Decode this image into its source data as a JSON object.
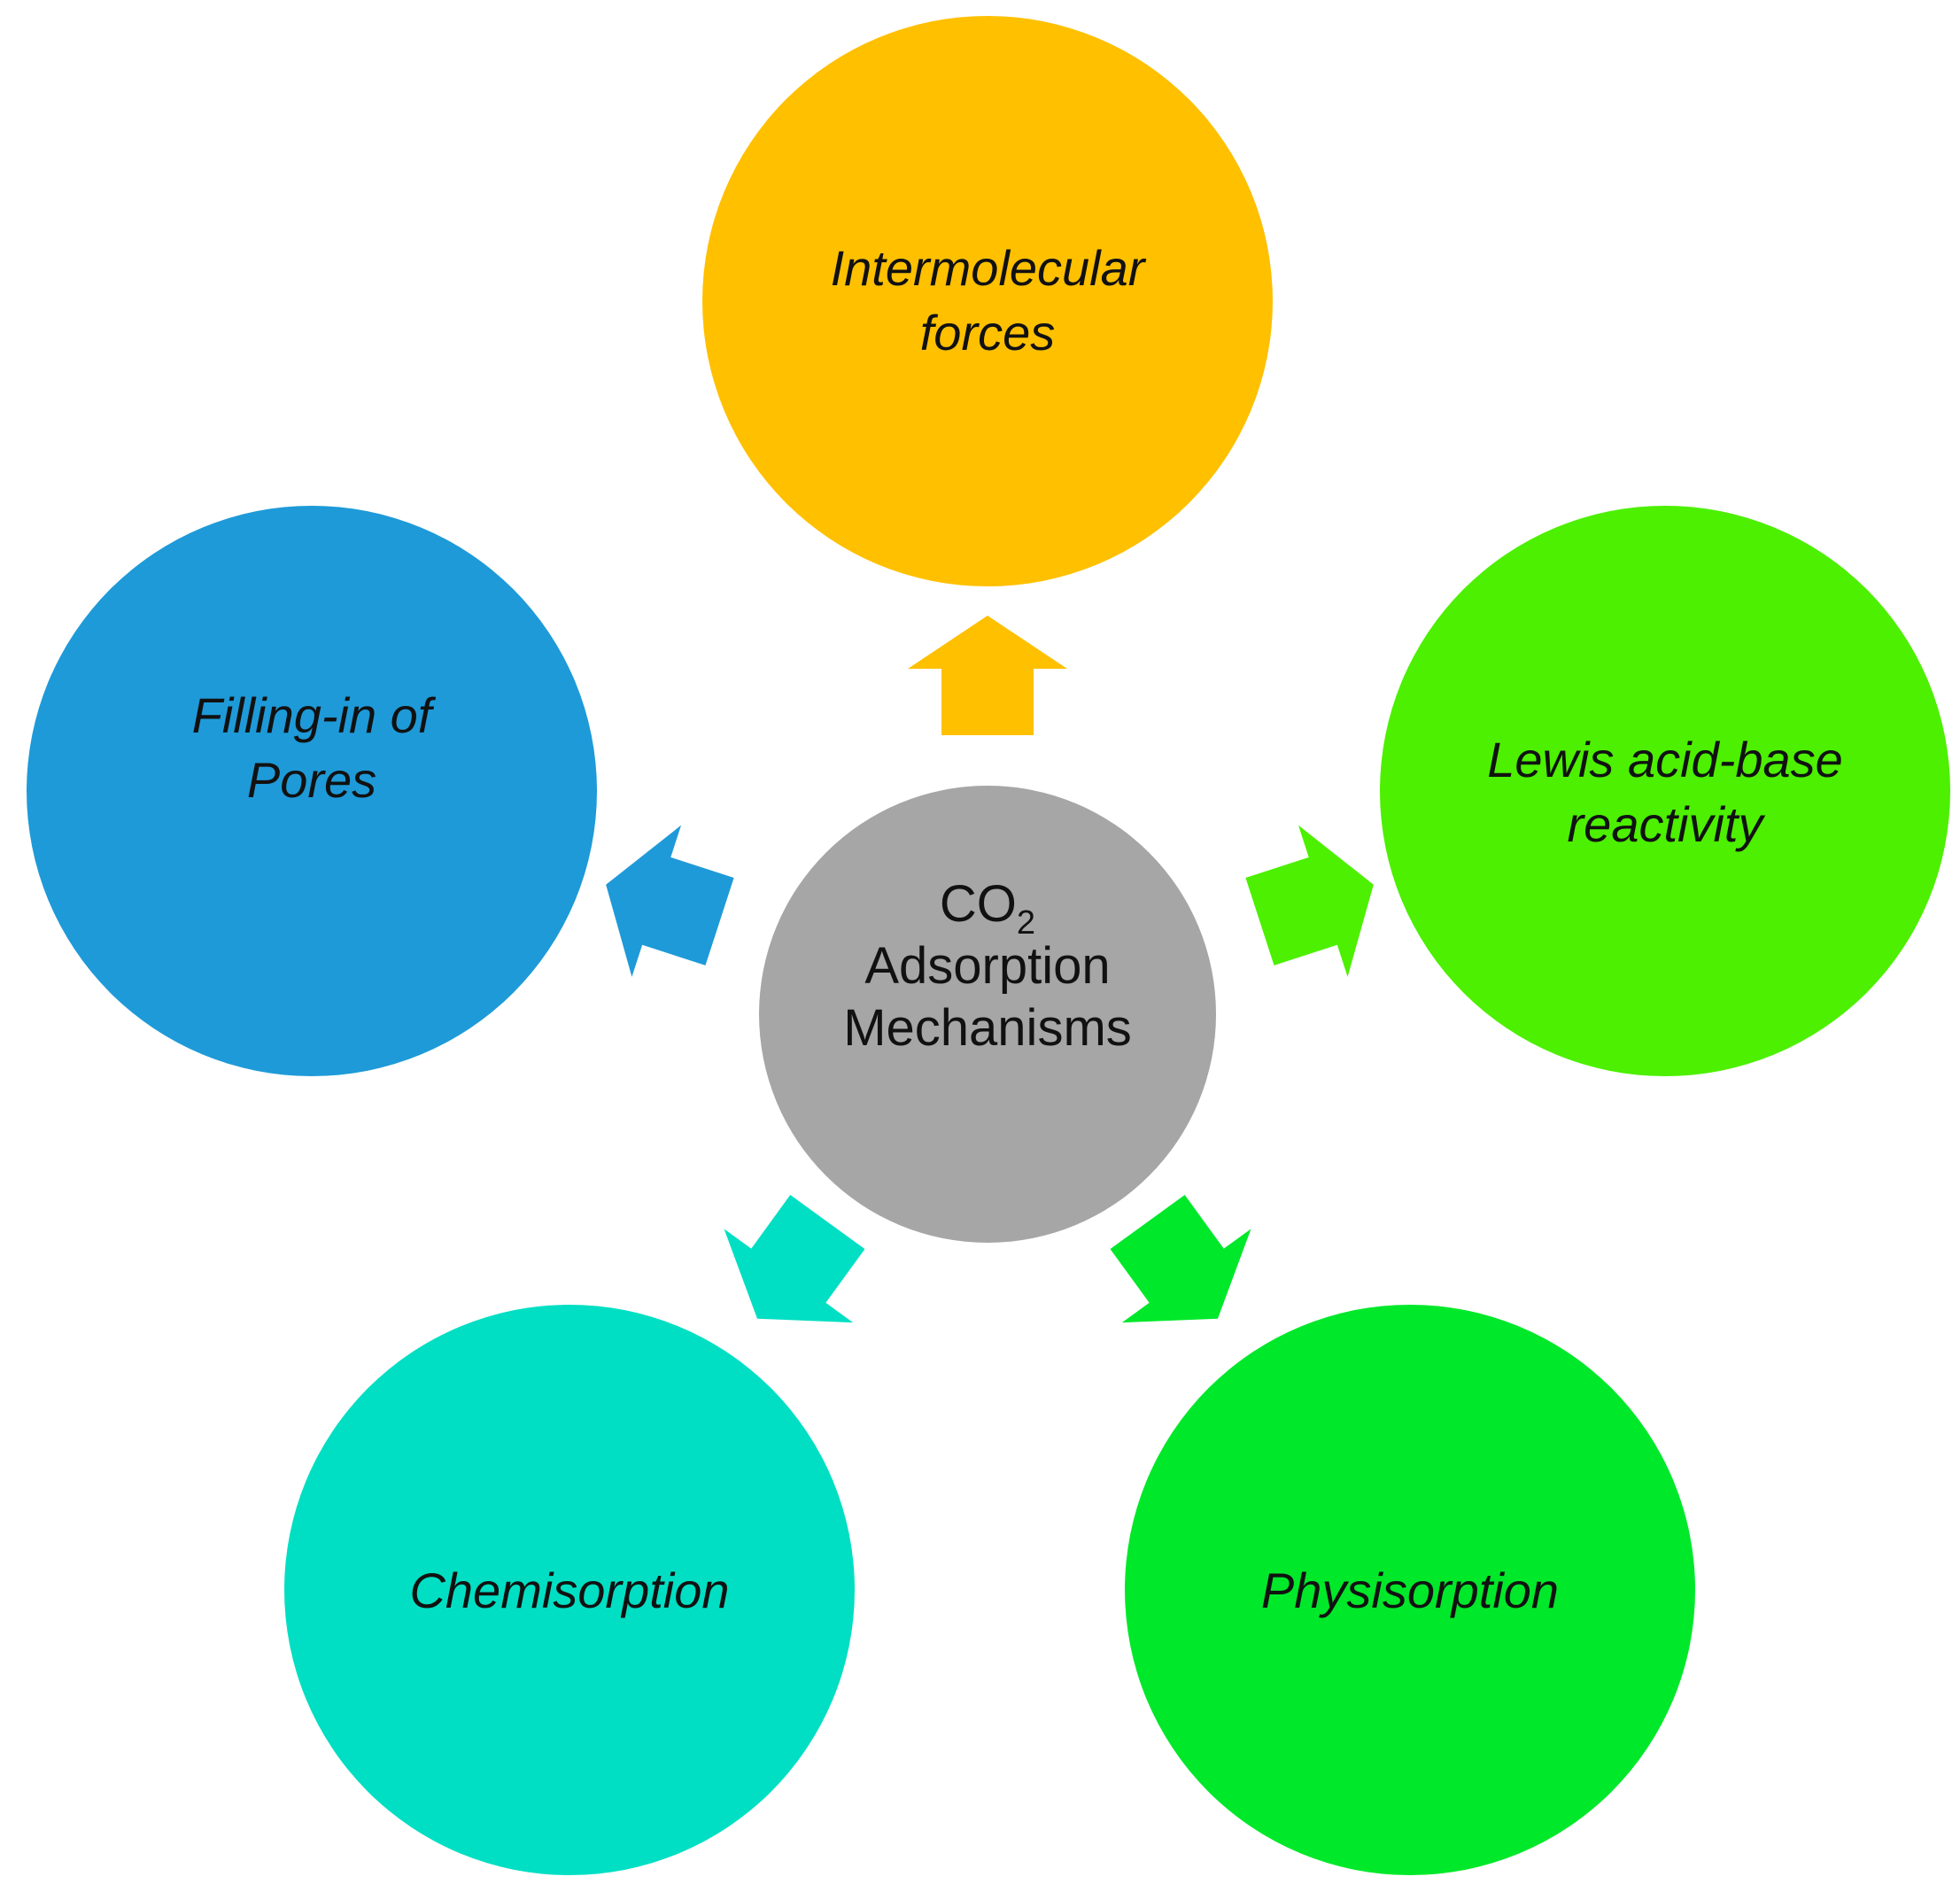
{
  "center": {
    "line1_main": "CO",
    "line1_sub": "2",
    "line2": "Adsorption",
    "line3": "Mechanisms",
    "color": "#A6A6A6"
  },
  "nodes": {
    "intermolecular": {
      "line1": "Intermolecular",
      "line2": "forces",
      "color": "#FFC000"
    },
    "lewis": {
      "line1": "Lewis acid-base",
      "line2": "reactivity",
      "color": "#4CF000"
    },
    "physisorption": {
      "line1": "Physisorption",
      "color": "#00E82A"
    },
    "chemisorption": {
      "line1": "Chemisorption",
      "color": "#00DFC3"
    },
    "pores": {
      "line1": "Filling-in of",
      "line2": "Pores",
      "color": "#1E9AD8"
    }
  }
}
